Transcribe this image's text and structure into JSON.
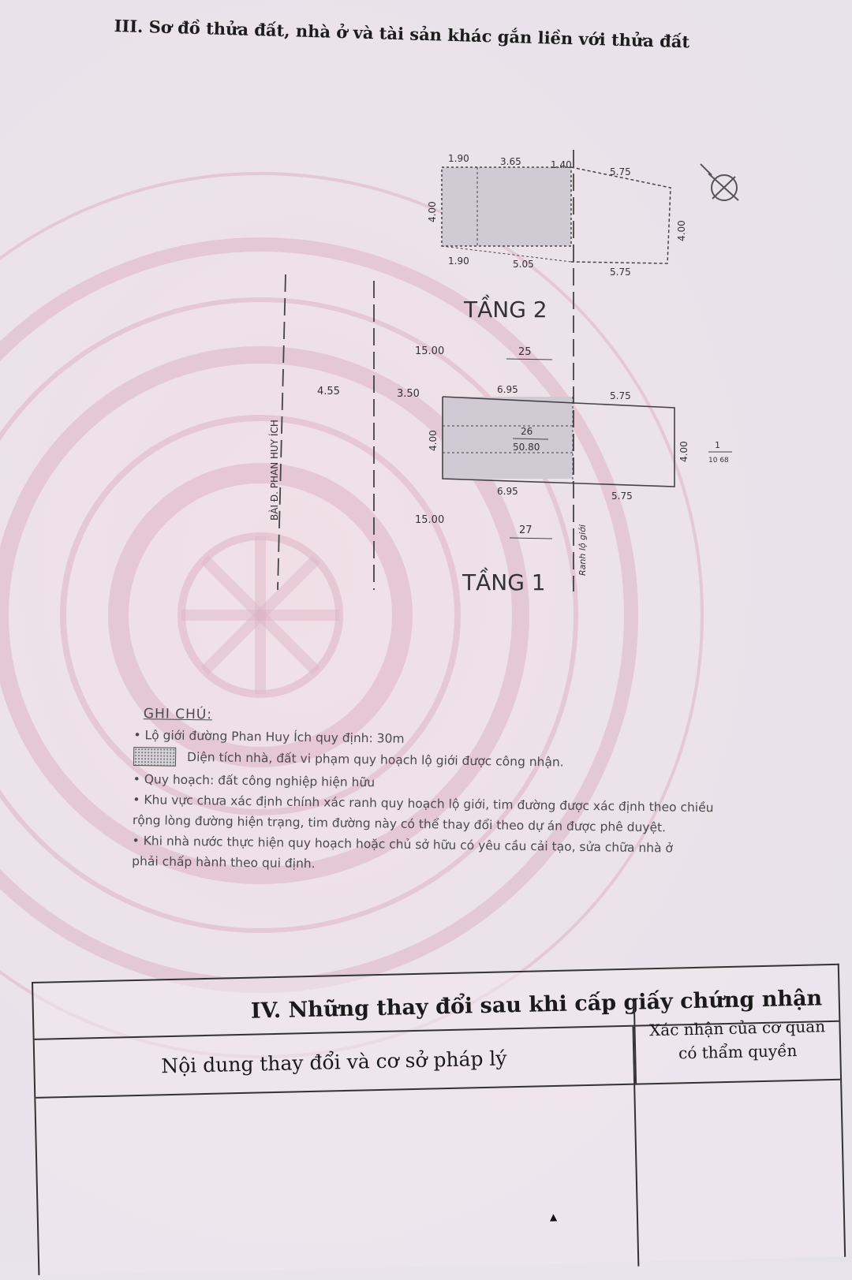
{
  "section_title": "III. Sơ đồ thửa đất, nhà ở và tài sản khác gắn liền với thửa đất",
  "drawing": {
    "floor2_label": "TẦNG 2",
    "floor1_label": "TẦNG 1",
    "street_label": "BÀI Đ. PHAN HUY ÍCH",
    "boundary_label": "Ranh lộ giới",
    "dims_top_floor2": [
      "1.90",
      "3.65",
      "1.40",
      "5.75"
    ],
    "dims_bottom_floor2": [
      "1.90",
      "5.05",
      "5.75"
    ],
    "dim_left_floor2": "4.00",
    "dim_right_floor2": "4.00",
    "road_width_upper": "15.00",
    "parcel_upper": "25",
    "offset_left": "4.55",
    "offset_inner": "3.50",
    "dims_top_floor1": [
      "6.95",
      "5.75"
    ],
    "dims_bottom_floor1": [
      "6.95",
      "5.75"
    ],
    "dim_left_floor1": "4.00",
    "dim_right_floor1": "4.00",
    "parcel_number": "26",
    "parcel_area": "50.80",
    "scale_fraction_top": "1",
    "scale_fraction_bottom": "10 68",
    "road_width_lower": "15.00",
    "parcel_lower": "27"
  },
  "notes": {
    "title": "GHI CHÚ:",
    "items": [
      "• Lộ giới đường Phan Huy Ích quy định: 30m",
      "Diện tích nhà, đất vi phạm quy hoạch lộ giới được công nhận.",
      "• Quy hoạch: đất công nghiệp hiện hữu",
      "• Khu vực chưa xác định chính xác ranh quy hoạch lộ giới, tim đường được xác định theo chiều",
      "rộng lòng đường hiện trạng, tim đường này có thể thay đổi theo dự án được phê duyệt.",
      "• Khi nhà nước thực hiện quy hoạch hoặc chủ sở hữu có yêu cầu cải tạo, sửa chữa nhà ở",
      "phải chấp hành theo qui định."
    ]
  },
  "changes_table": {
    "title": "IV. Những thay đổi sau khi cấp giấy chứng nhận",
    "col_content": "Nội dung thay đổi và cơ sở pháp lý",
    "col_confirm_line1": "Xác nhận của cơ quan",
    "col_confirm_line2": "có thẩm quyền",
    "mark": "▲"
  },
  "colors": {
    "paper": "#ece2ea",
    "ink": "#222222",
    "watermark": "#e0b9c7"
  }
}
